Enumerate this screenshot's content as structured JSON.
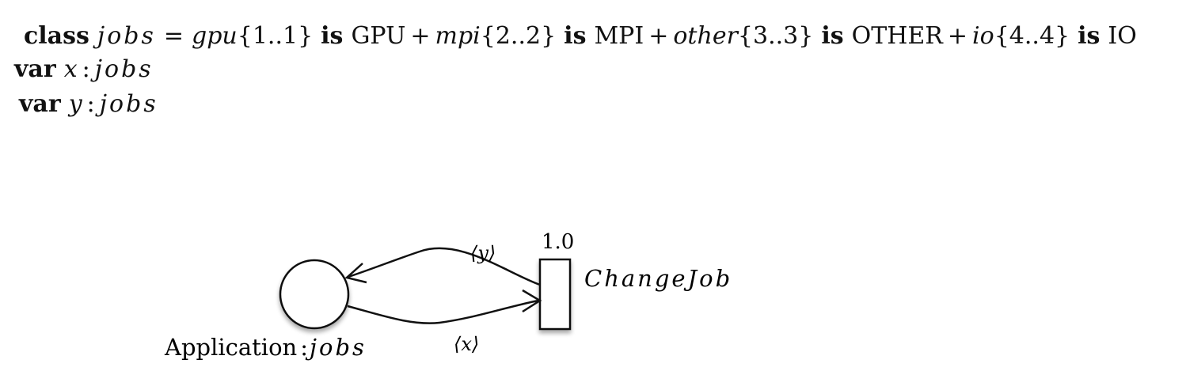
{
  "declarations": {
    "class_line": {
      "keyword": "class",
      "name": "jobs",
      "eq": "=",
      "members": [
        {
          "name": "gpu",
          "range": "{1..1}",
          "is": "is",
          "label": "GPU",
          "plus": "+"
        },
        {
          "name": "mpi",
          "range": "{2..2}",
          "is": "is",
          "label": "MPI",
          "plus": "+"
        },
        {
          "name": "other",
          "range": "{3..3}",
          "is": "is",
          "label": "OTHER",
          "plus": "+"
        },
        {
          "name": "io",
          "range": "{4..4}",
          "is": "is",
          "label": "IO",
          "plus": ""
        }
      ]
    },
    "var_x": {
      "keyword": "var",
      "name": "x",
      "sep": ":",
      "type": "jobs"
    },
    "var_y": {
      "keyword": "var",
      "name": "y",
      "sep": ":",
      "type": "jobs"
    }
  },
  "diagram": {
    "place": {
      "label": "Application",
      "sep": ":",
      "type": "jobs"
    },
    "transition": {
      "label": "ChangeJob",
      "rate": "1.0"
    },
    "arcs": {
      "to_place": "⟨y⟩",
      "to_transition": "⟨x⟩"
    }
  }
}
